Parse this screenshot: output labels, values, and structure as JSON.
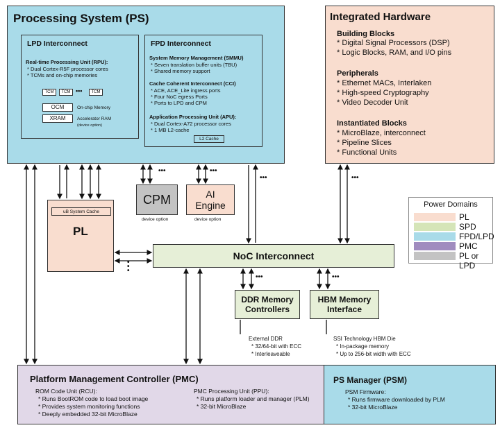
{
  "ps": {
    "title": "Processing System (PS)",
    "lpd": {
      "title": "LPD Interconnect",
      "rpu_title": "Real-time Processing Unit (RPU):",
      "rpu_lines": [
        "* Dual Cortex-R5F processor cores",
        "* TCMs and on-chip memories"
      ],
      "tcm": "TCM",
      "ellipsis": "•••",
      "ocm": "OCM",
      "ocm_desc": "On-chip Memory",
      "xram": "XRAM",
      "xram_desc": "Accelerator RAM",
      "xram_note": "(device option)"
    },
    "fpd": {
      "title": "FPD Interconnect",
      "smmu_title": "System Memory Management (SMMU)",
      "smmu_lines": [
        "* Seven translation buffer units (TBU)",
        "* Shared memory support"
      ],
      "cci_title": "Cache Coherent Interconnect (CCI)",
      "cci_lines": [
        "* ACE, ACE_Lite ingress ports",
        "* Four NoC egress Ports",
        "* Ports to LPD and CPM"
      ],
      "apu_title": "Application Processing Unit (APU):",
      "apu_lines": [
        "* Dual Cortex-A72 processor cores",
        "* 1 MB L2-cache"
      ],
      "l2": "L2 Cache"
    }
  },
  "ih": {
    "title": "Integrated Hardware",
    "sections": [
      {
        "heading": "Building Blocks",
        "items": [
          "* Digital Signal Processors (DSP)",
          "* Logic Blocks, RAM, and I/O pins"
        ]
      },
      {
        "heading": "Peripherals",
        "items": [
          "* Ethernet MACs, Interlaken",
          "* High-speed Cryptography",
          "* Video Decoder Unit"
        ]
      },
      {
        "heading": "Instantiated Blocks",
        "items": [
          "* MicroBlaze, interconnect",
          "* Pipeline Slices",
          "* Functional Units"
        ]
      }
    ]
  },
  "cpm": {
    "label": "CPM",
    "note": "device option"
  },
  "ai": {
    "label_line1": "AI",
    "label_line2": "Engine",
    "note": "device option"
  },
  "pl": {
    "label": "PL",
    "cache": "uB System Cache"
  },
  "noc": {
    "label": "NoC Interconnect"
  },
  "ddr": {
    "label_line1": "DDR Memory",
    "label_line2": "Controllers",
    "desc_title": "External DDR",
    "desc_lines": [
      "* 32/64-bit with ECC",
      "* Interleaveable"
    ]
  },
  "hbm": {
    "label_line1": "HBM Memory",
    "label_line2": "Interface",
    "desc_title": "SSI Technology HBM Die",
    "desc_lines": [
      "* In-package memory",
      "* Up to 256-bit width with ECC"
    ]
  },
  "pmc": {
    "title": "Platform Management Controller (PMC)",
    "rcu_title": "ROM Code Unit (RCU):",
    "rcu_lines": [
      "* Runs BootROM code to load boot image",
      "* Provides system monitoring functions",
      "* Deeply embedded 32-bit MicroBlaze"
    ],
    "ppu_title": "PMC Processing Unit (PPU):",
    "ppu_lines": [
      "* Runs platform loader and manager (PLM)",
      "* 32-bit MicroBlaze"
    ]
  },
  "psm": {
    "title": "PS Manager (PSM)",
    "fw_title": "PSM Firmware:",
    "fw_lines": [
      "* Runs firmware downloaded by PLM",
      "* 32-bit MicroBlaze"
    ]
  },
  "legend": {
    "title": "Power Domains",
    "items": [
      {
        "label": "PL",
        "color": "#f9ddcf"
      },
      {
        "label": "SPD",
        "color": "#d5e5b8"
      },
      {
        "label": "FPD/LPD",
        "color": "#a9dbe9"
      },
      {
        "label": "PMC",
        "color": "#a08cbf"
      },
      {
        "label": "PL or LPD",
        "color": "#c3c3c3"
      }
    ]
  },
  "ellipsis": "•••"
}
